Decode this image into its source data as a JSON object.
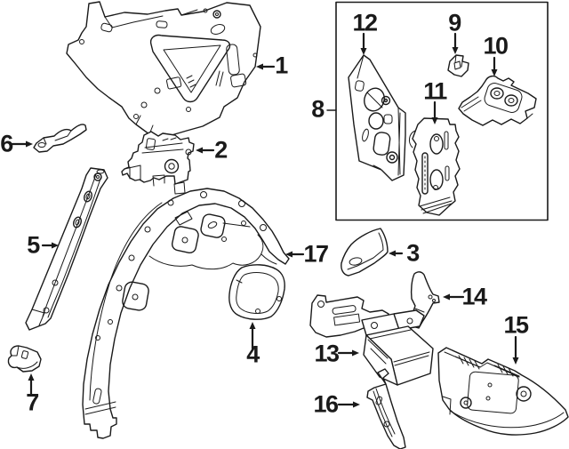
{
  "diagram": {
    "kind": "exploded-parts-line-diagram",
    "colors": {
      "background": "#ffffff",
      "line": "#1a1a1a"
    },
    "callouts": [
      {
        "label": "1",
        "arrow": "left"
      },
      {
        "label": "2",
        "arrow": "left"
      },
      {
        "label": "3",
        "arrow": "left"
      },
      {
        "label": "4",
        "arrow": "up"
      },
      {
        "label": "5",
        "arrow": "right"
      },
      {
        "label": "6",
        "arrow": "right"
      },
      {
        "label": "7",
        "arrow": "up"
      },
      {
        "label": "8",
        "arrow": "none"
      },
      {
        "label": "9",
        "arrow": "down"
      },
      {
        "label": "10",
        "arrow": "down"
      },
      {
        "label": "11",
        "arrow": "down"
      },
      {
        "label": "12",
        "arrow": "down"
      },
      {
        "label": "13",
        "arrow": "right"
      },
      {
        "label": "14",
        "arrow": "left"
      },
      {
        "label": "15",
        "arrow": "down"
      },
      {
        "label": "16",
        "arrow": "right"
      },
      {
        "label": "17",
        "arrow": "left"
      }
    ],
    "inset_box": {
      "label": "8",
      "contains": [
        "9",
        "10",
        "11",
        "12"
      ]
    }
  }
}
